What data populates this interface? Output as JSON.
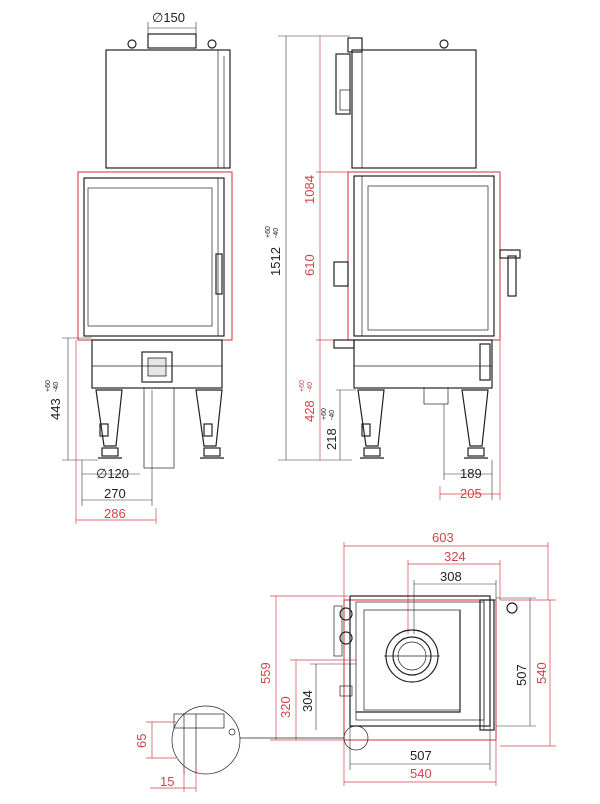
{
  "dimensions": {
    "flue_top": "∅150",
    "total_height": "1512",
    "total_height_tol_up": "+60",
    "total_height_tol_down": "-40",
    "upper_height": "1084",
    "door_height": "610",
    "front_leg_height": "443",
    "front_leg_tol_up": "+60",
    "front_leg_tol_down": "-40",
    "side_base_height": "428",
    "side_base_tol_up": "+60",
    "side_base_tol_down": "-40",
    "side_leg_height": "218",
    "side_leg_tol_up": "+60",
    "side_leg_tol_down": "-40",
    "air_inlet": "∅120",
    "front_depth_270": "270",
    "front_depth_286": "286",
    "side_189": "189",
    "side_205": "205",
    "plan_width_603": "603",
    "plan_324": "324",
    "plan_308": "308",
    "plan_559": "559",
    "plan_320": "320",
    "plan_304": "304",
    "plan_right_507": "507",
    "plan_right_540": "540",
    "plan_bottom_507": "507",
    "plan_bottom_540": "540",
    "detail_65": "65",
    "detail_15": "15"
  },
  "colors": {
    "outline": "#222222",
    "highlight": "#d4424a"
  }
}
